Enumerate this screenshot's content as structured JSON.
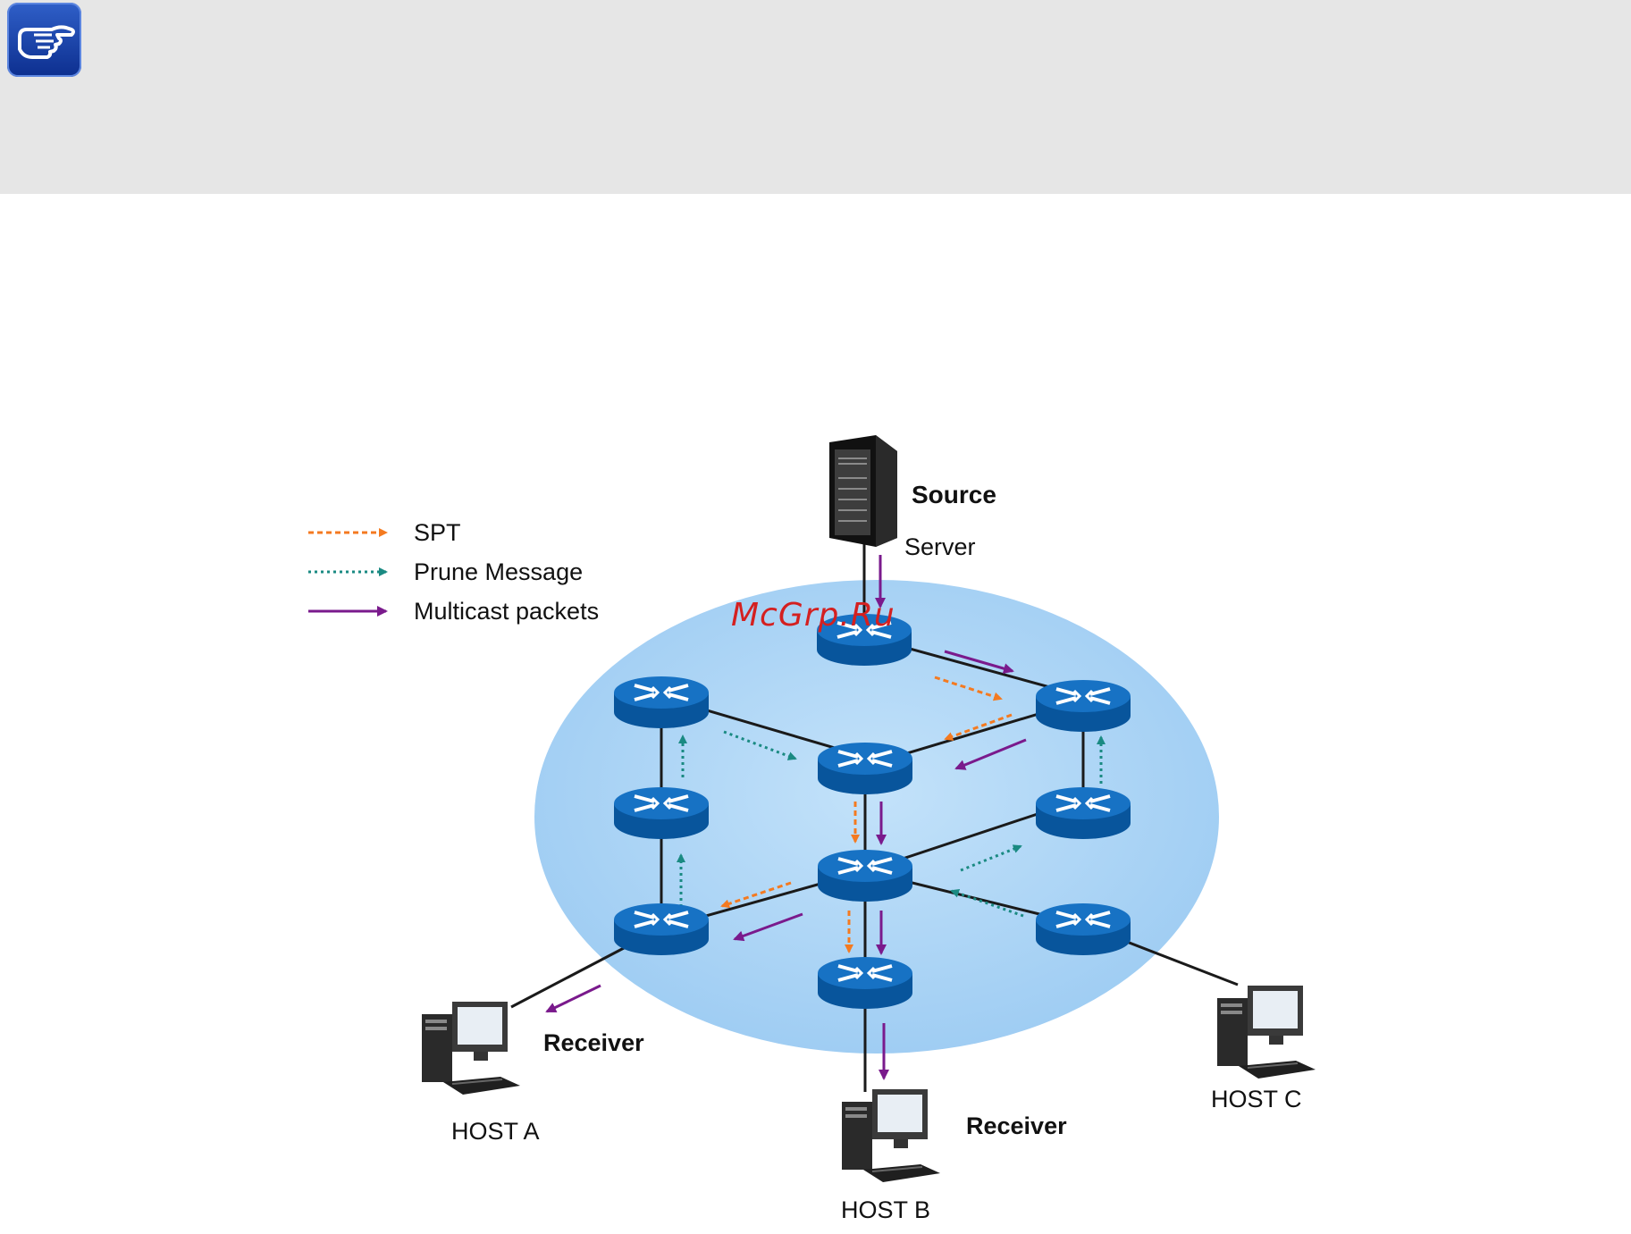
{
  "note": {
    "icon": "pointing-hand-icon"
  },
  "legend": [
    {
      "label": "SPT",
      "style": "dashed",
      "color": "#f47a20"
    },
    {
      "label": "Prune Message",
      "style": "dotted",
      "color": "#1a8a82"
    },
    {
      "label": "Multicast packets",
      "style": "solid",
      "color": "#7a1a8c"
    }
  ],
  "source": {
    "label": "Source",
    "sublabel": "Server"
  },
  "hosts": [
    {
      "name": "HOST A",
      "role": "Receiver"
    },
    {
      "name": "HOST B",
      "role": "Receiver"
    },
    {
      "name": "HOST C",
      "role": ""
    }
  ],
  "watermark": "McGrp.Ru",
  "colors": {
    "domain_fill": "#a9d4f5",
    "router": "#0a63b4",
    "spt": "#f47a20",
    "prune": "#1a8a82",
    "multicast": "#7a1a8c"
  }
}
